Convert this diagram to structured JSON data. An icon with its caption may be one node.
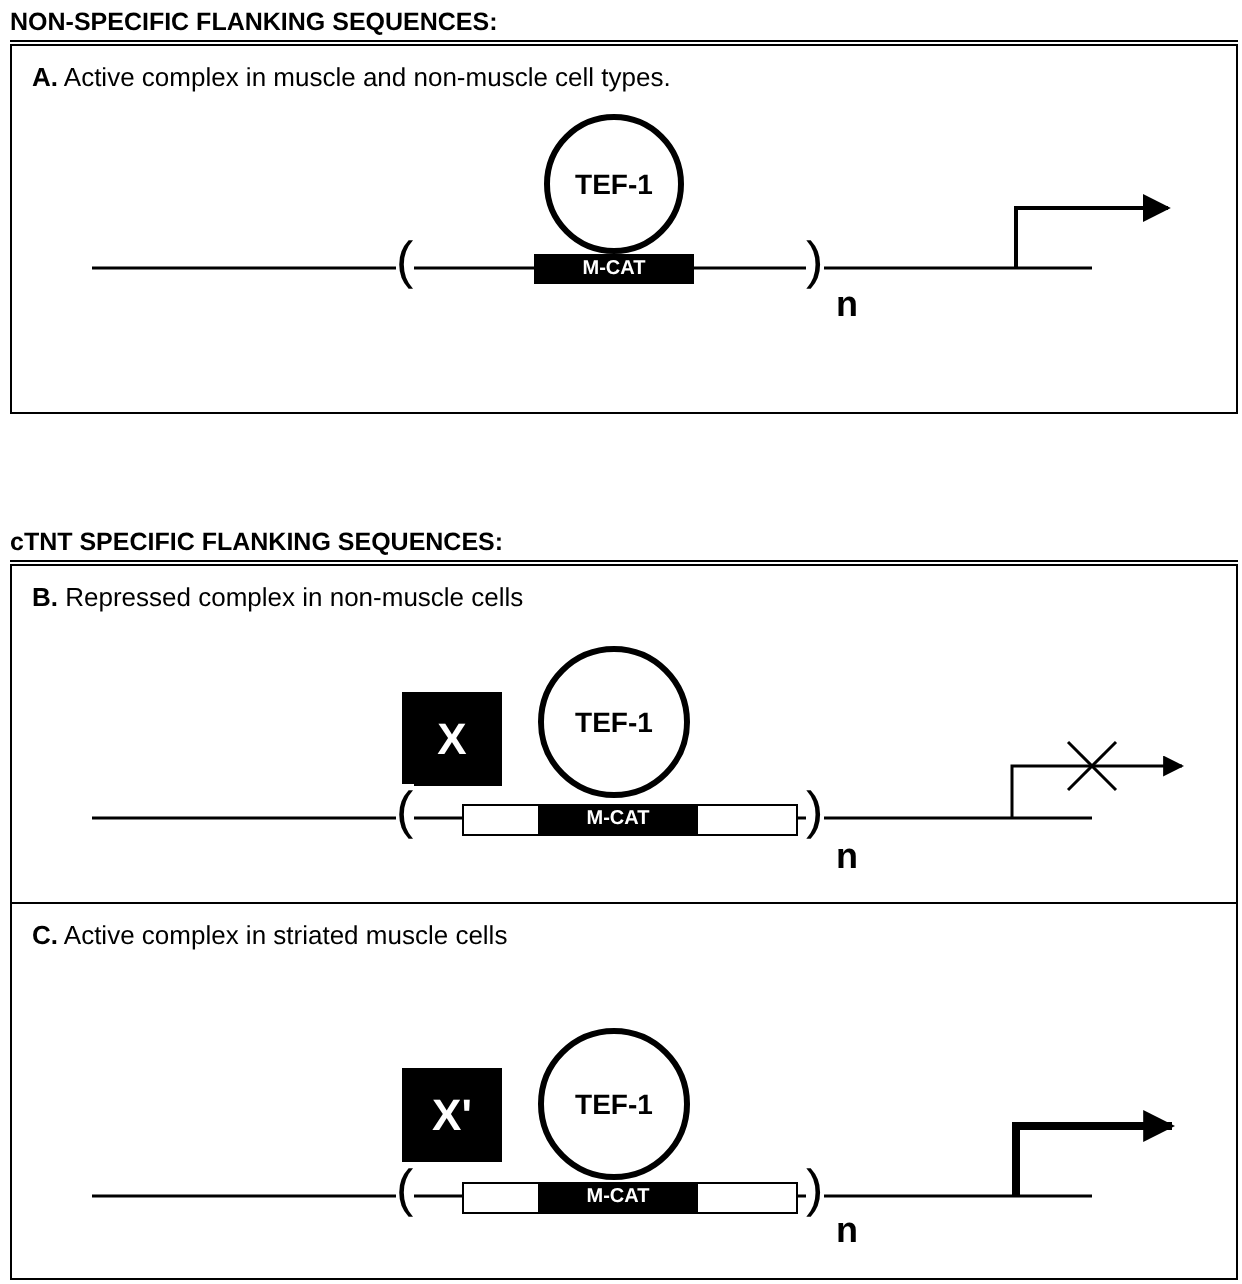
{
  "diagram": {
    "nodes": [
      {
        "text": [
          "**A.** Active complex in muscle and non-muscle cell types."
        ]
      },
      {
        "text": [
          "TEF-1"
        ],
        "in": 0
      },
      {
        "text": [
          "M-CAT"
        ],
        "in": 0
      },
      {
        "text": [
          "**B.** Repressed complex in non-muscle cells"
        ]
      },
      {
        "text": [
          "X"
        ],
        "in": 3
      },
      {
        "text": [
          "TEF-1"
        ],
        "in": 3
      },
      {
        "text": [],
        "shape": "box",
        "in": 3
      },
      {
        "text": [
          "M-CAT"
        ],
        "in": 6
      },
      {
        "text": [
          "**C.** Active complex in striated muscle cells"
        ]
      },
      {
        "text": [
          "X'"
        ],
        "in": 8
      },
      {
        "text": [
          "TEF-1"
        ],
        "in": 8
      },
      {
        "text": [],
        "shape": "box",
        "in": 8
      },
      {
        "text": [
          "M-CAT"
        ],
        "in": 11
      }
    ],
    "labels": [
      "NON-SPECIFIC FLANKING SEQUENCES:",
      "(",
      ")",
      "n",
      "cTNT SPECIFIC FLANKING SEQUENCES:",
      "(",
      ")",
      "n",
      "(",
      ")",
      "n"
    ]
  }
}
